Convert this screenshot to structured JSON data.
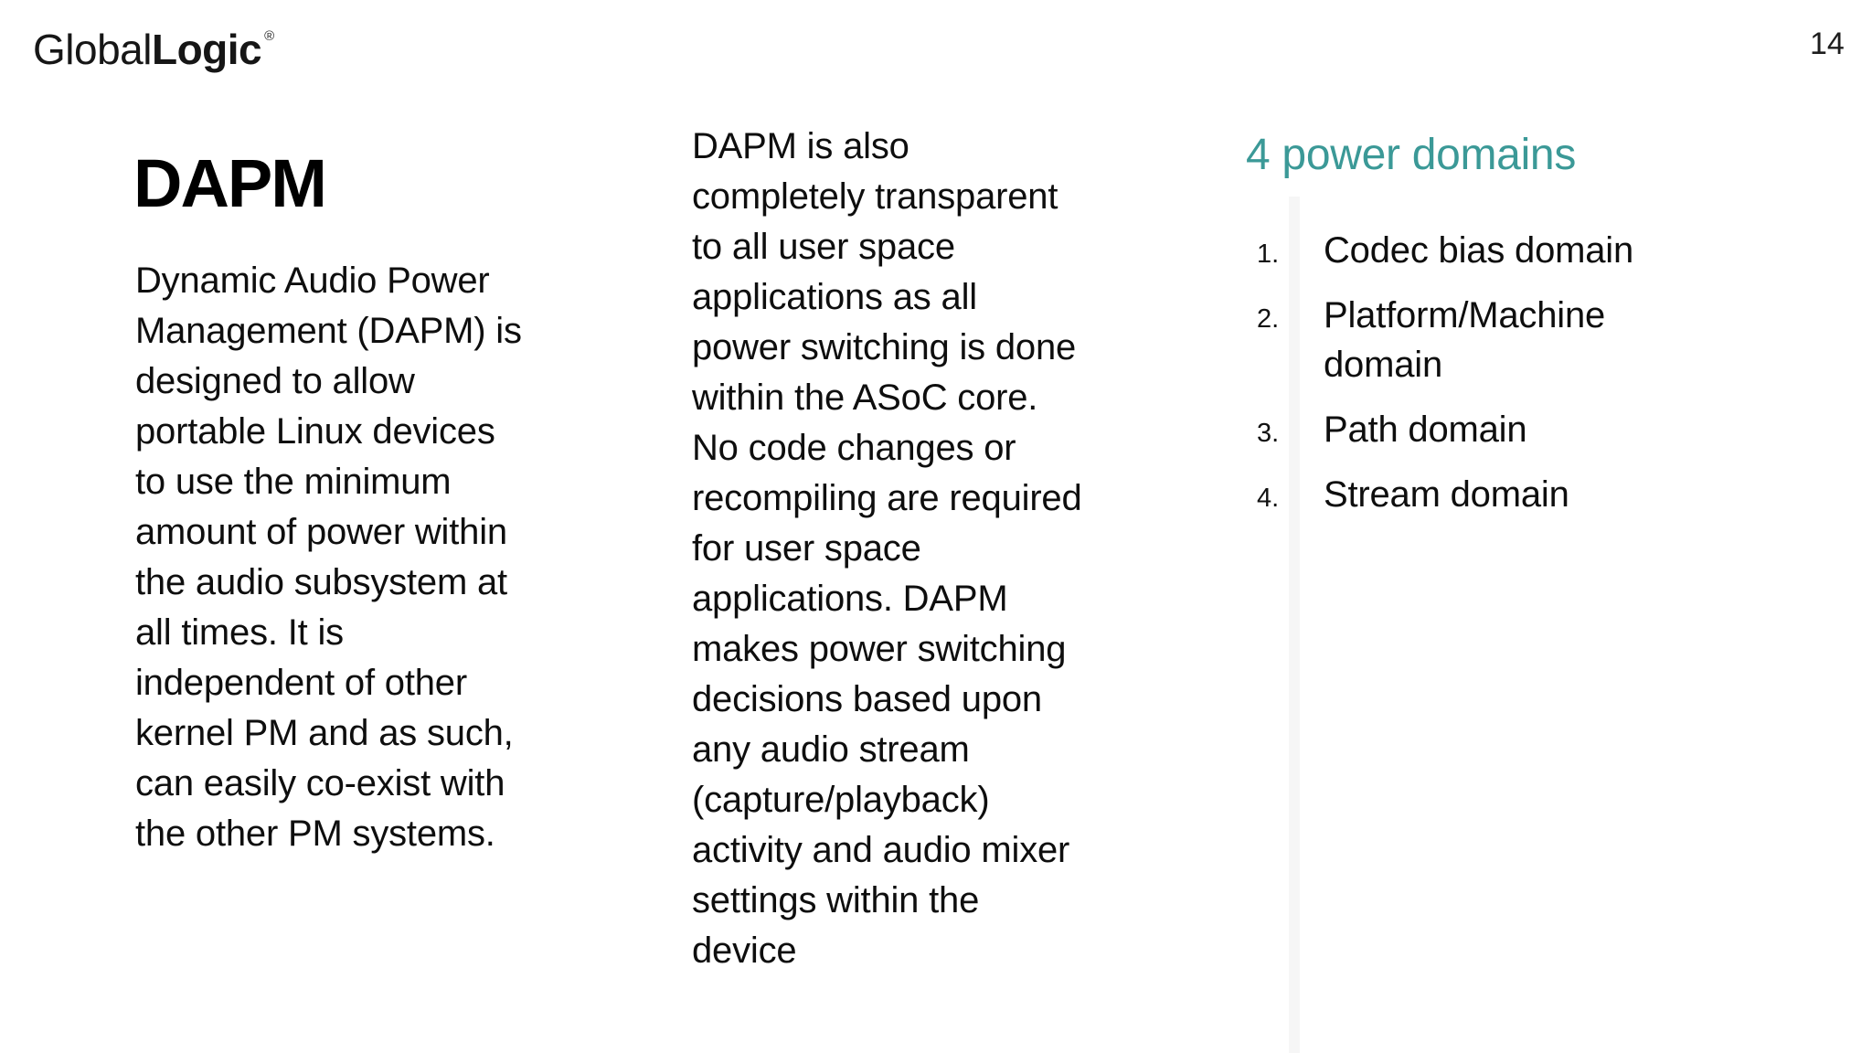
{
  "header": {
    "logo_global": "Global",
    "logo_logic": "Logic",
    "logo_registered": "®",
    "page_number": "14"
  },
  "left_column": {
    "title": "DAPM",
    "body_lines": [
      "Dynamic Audio Power",
      "Management (DAPM) is",
      "designed to allow",
      "portable Linux devices",
      "to use the minimum",
      "amount of power within",
      "the audio subsystem at",
      "all times. It is",
      "independent of other",
      "kernel PM and as such,",
      "can easily co-exist with",
      "the other PM systems."
    ]
  },
  "middle_column": {
    "body_lines": [
      "DAPM is also",
      "completely transparent",
      "to all user space",
      "applications as all",
      "power switching is done",
      "within the ASoC core.",
      "No code changes or",
      "recompiling are required",
      "for user space",
      "applications. DAPM",
      "makes power switching",
      "decisions based upon",
      "any audio stream",
      "(capture/playback)",
      "activity and audio mixer",
      "settings within the",
      "device"
    ]
  },
  "right_column": {
    "heading": "4 power domains",
    "items": [
      {
        "number": "1.",
        "label": "Codec bias domain"
      },
      {
        "number": "2.",
        "label_lines": [
          "Platform/Machine",
          "domain"
        ]
      },
      {
        "number": "3.",
        "label": "Path domain"
      },
      {
        "number": "4.",
        "label": "Stream domain"
      }
    ]
  },
  "colors": {
    "accent_teal": "#3b9997",
    "text": "#0e0e0e"
  }
}
